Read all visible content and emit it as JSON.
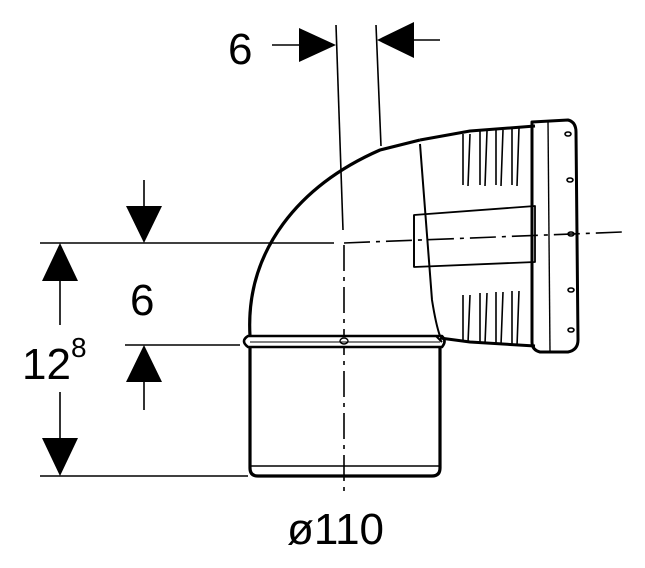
{
  "dimensions": {
    "top_gap": {
      "label": "6"
    },
    "center_offset": {
      "label": "6"
    },
    "overall_height": {
      "label": "12",
      "superscript": "8"
    },
    "pipe_diameter": {
      "label": "ø110"
    }
  },
  "colors": {
    "line": "#000000",
    "background": "#ffffff"
  }
}
